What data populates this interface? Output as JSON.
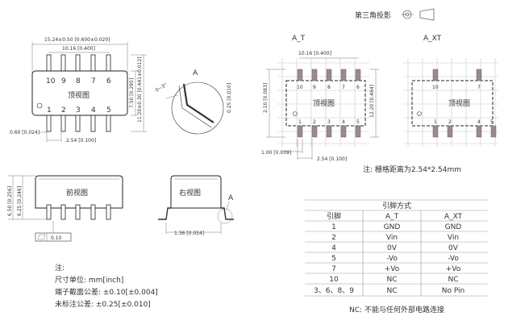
{
  "projection": {
    "label": "第三角投影"
  },
  "top_view": {
    "title": "顶视图",
    "dim_overall_width": "15.24±0.50 [0.600±0.020]",
    "dim_pin_span": "10.16 [0.400]",
    "dim_body_height": "7.50 [0.295]",
    "dim_overall_height": "11.20±0.30 [0.441±0.012]",
    "dim_pin_width": "0.60 [0.024]",
    "dim_pitch": "2.54 [0.100]",
    "pins_top": [
      "10",
      "9",
      "8",
      "7",
      "6"
    ],
    "pins_bottom": [
      "1",
      "2",
      "3",
      "4",
      "5"
    ]
  },
  "detail": {
    "label": "A",
    "dim_angle": "0~3°",
    "dim_thickness": "0.25 [0.010]"
  },
  "front_view": {
    "title": "前视图",
    "dim_height1": "6.50 [0.256]",
    "dim_height2": "6.25 [0.246]",
    "flatness": "0.10"
  },
  "right_view": {
    "title": "右视图",
    "label_a": "A",
    "dim_lead": "1.36 [0.054]"
  },
  "footprint": {
    "left_title": "A_T",
    "right_title": "A_XT",
    "board_label": "顶视图",
    "dim_span": "10.16 [0.400]",
    "dim_row_height": "12.20 [0.484]",
    "dim_side": "2.10 [0.083]",
    "dim_pad": "1.00 [0.039]",
    "dim_pitch": "2.54 [0.100]",
    "pins_top_left": [
      "10",
      "9",
      "8",
      "7",
      "6"
    ],
    "pins_bottom_left": [
      "1",
      "2",
      "3",
      "4",
      "5"
    ],
    "pins_top_right": [
      "10",
      "7"
    ],
    "pins_bottom_right": [
      "1",
      "2",
      "4",
      "5"
    ],
    "grid_note": "注: 栅格距离为2.54*2.54mm"
  },
  "notes": {
    "title": "注:",
    "lines": [
      "尺寸单位: mm[inch]",
      "端子截面公差: ±0.10[±0.004]",
      "未标注公差: ±0.25[±0.010]"
    ]
  },
  "pin_table": {
    "title": "引脚方式",
    "headers": [
      "引脚",
      "A_T",
      "A_XT"
    ],
    "rows": [
      [
        "1",
        "GND",
        "GND"
      ],
      [
        "2",
        "Vin",
        "Vin"
      ],
      [
        "4",
        "0V",
        "0V"
      ],
      [
        "5",
        "-Vo",
        "-Vo"
      ],
      [
        "7",
        "+Vo",
        "+Vo"
      ],
      [
        "10",
        "NC",
        "NC"
      ],
      [
        "3、6、8、9",
        "NC",
        "No Pin"
      ]
    ],
    "footnote": "NC: 不能与任何外部电路连接"
  }
}
